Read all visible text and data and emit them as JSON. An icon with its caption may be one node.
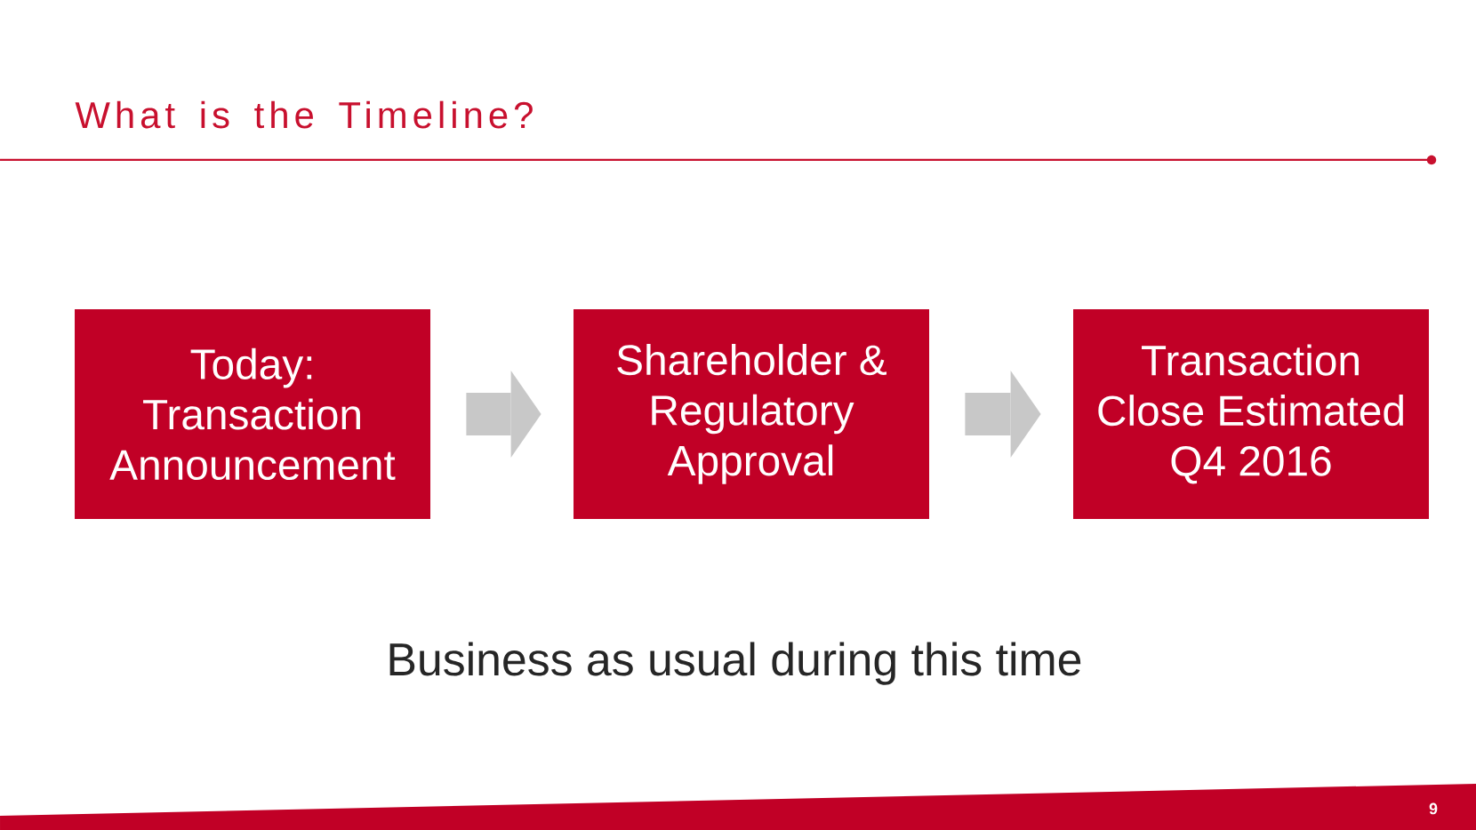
{
  "diagram": {
    "title": "What is the Timeline?",
    "nodes": [
      {
        "text": [
          "Today: Transaction Announcement"
        ]
      },
      {
        "text": [
          "Shareholder & Regulatory Approval"
        ]
      },
      {
        "text": [
          "Transaction Close Estimated Q4 2016"
        ]
      }
    ],
    "edges": [
      {
        "from": 0,
        "to": 1,
        "arrow": "to"
      },
      {
        "from": 1,
        "to": 2,
        "arrow": "to"
      }
    ],
    "labels": [
      "Business as usual during this time",
      "9"
    ]
  }
}
